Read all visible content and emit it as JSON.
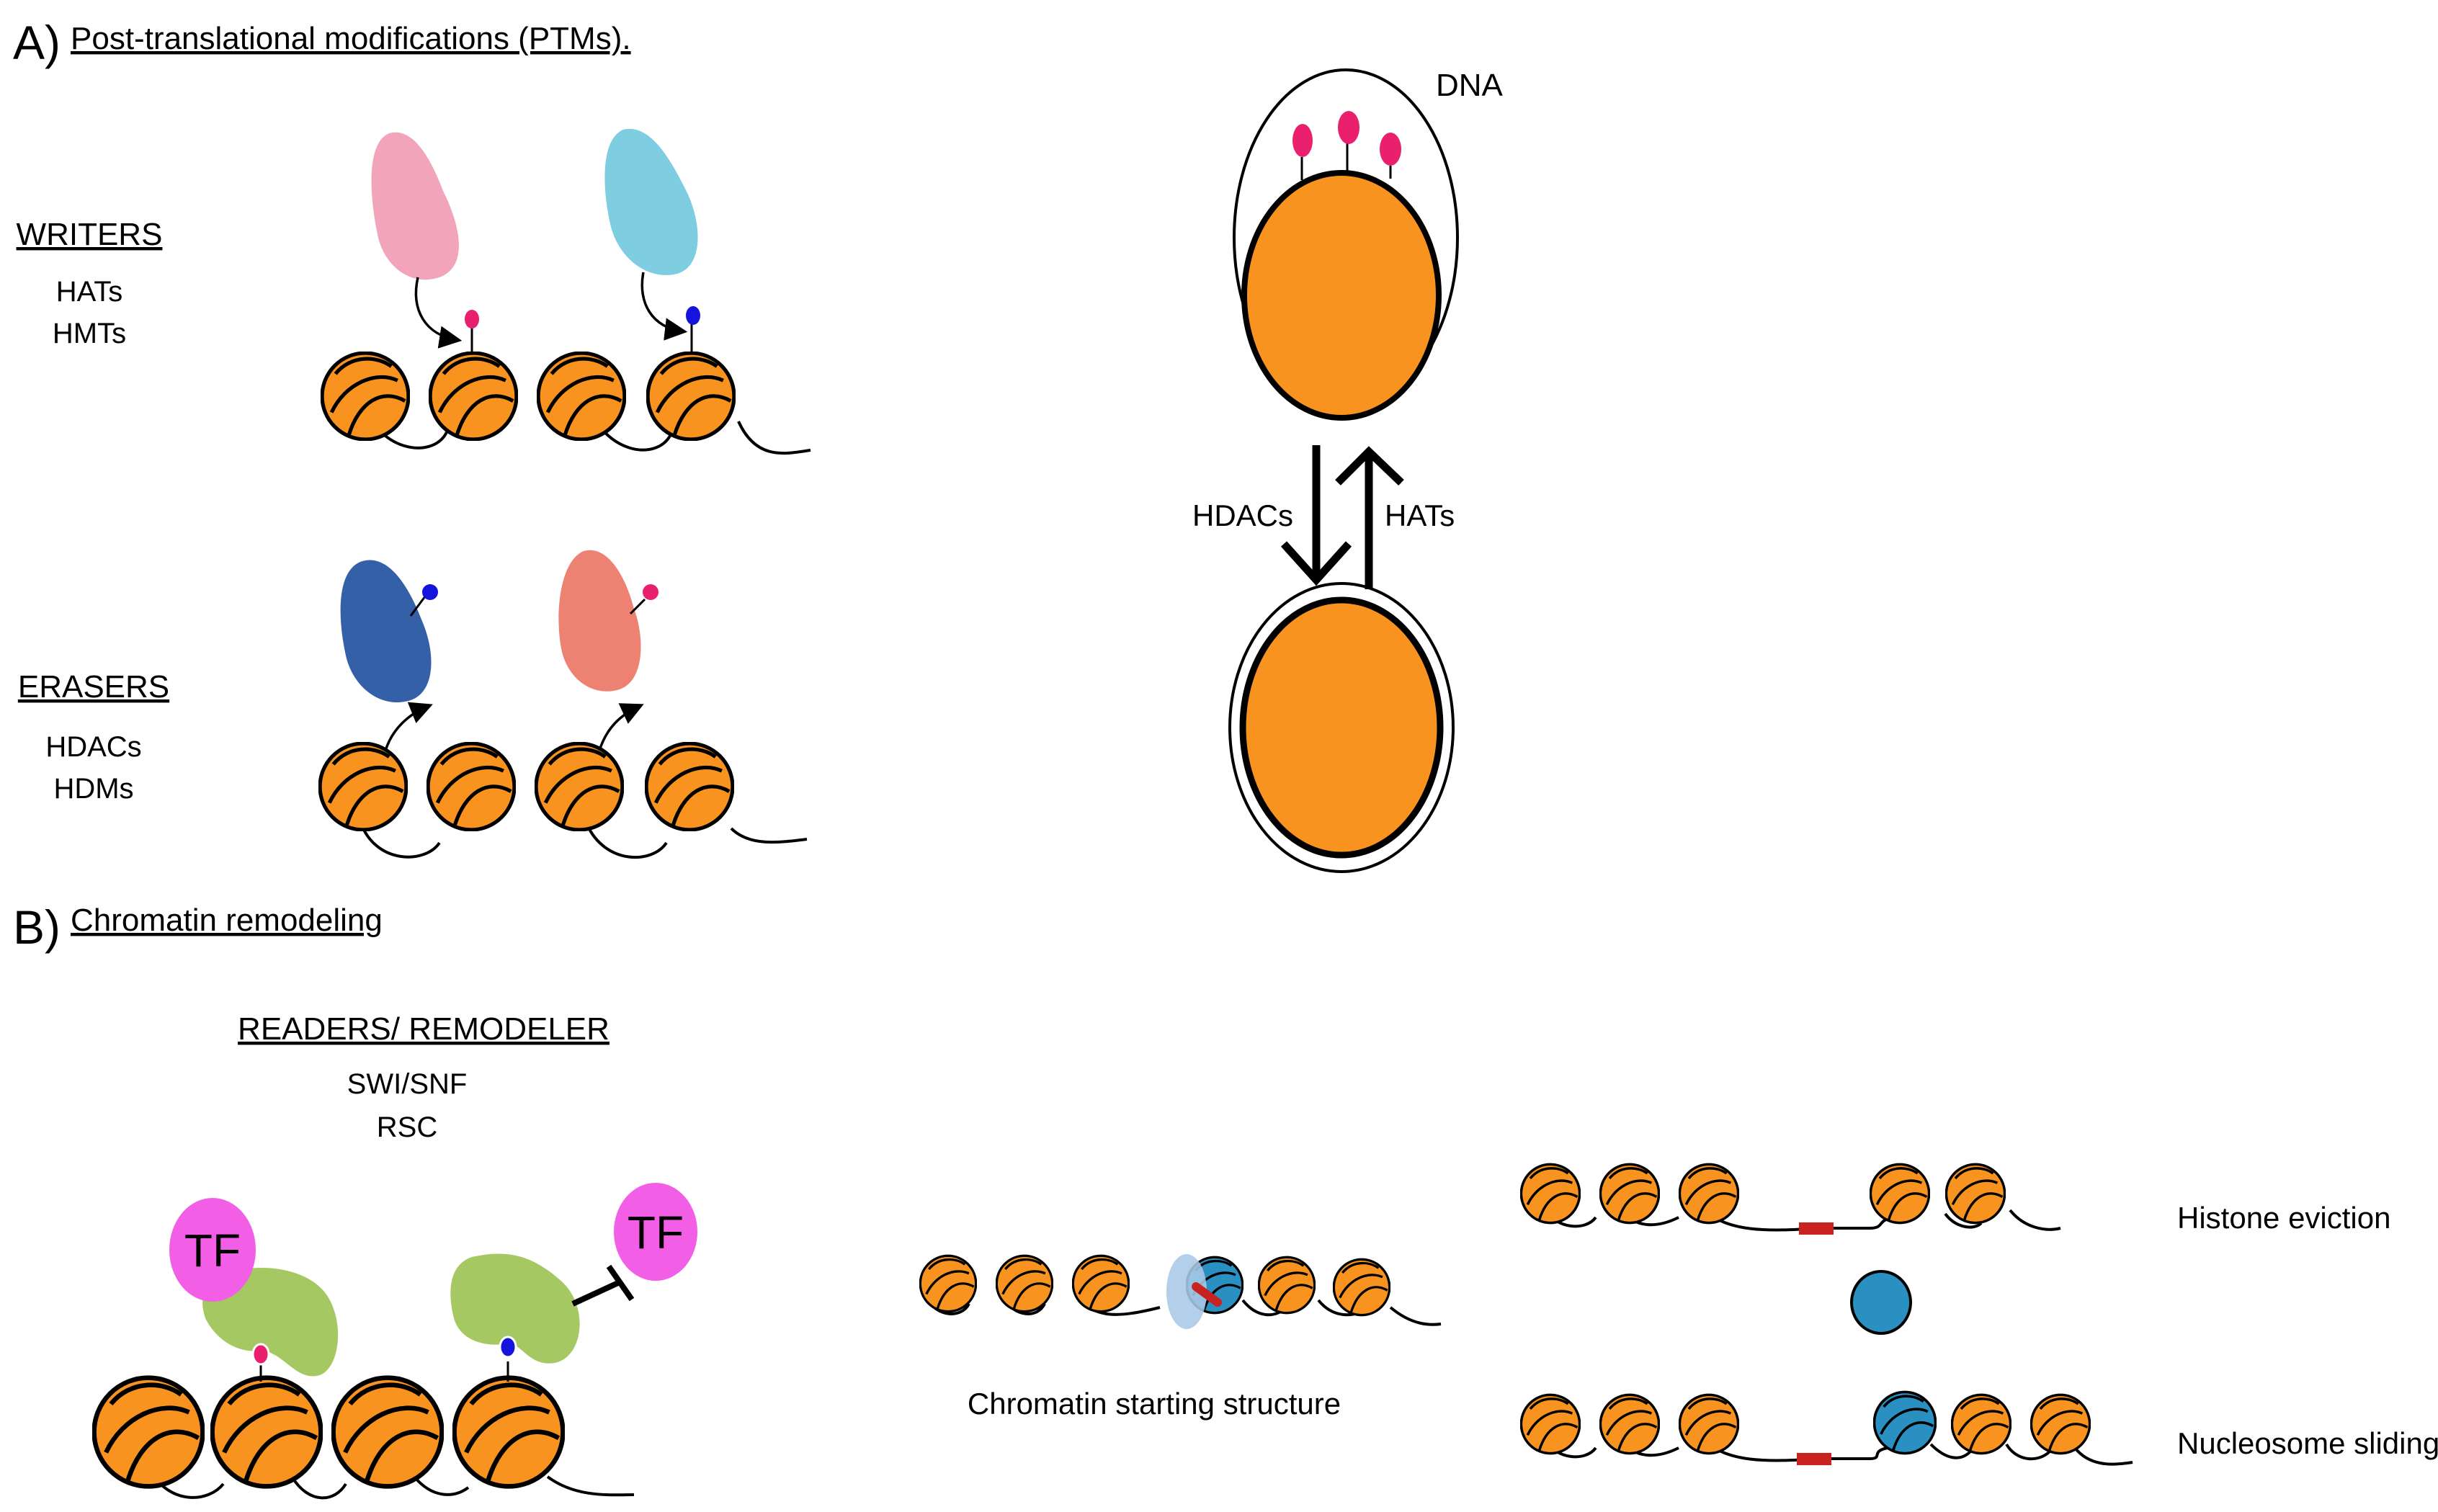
{
  "panel_a": {
    "letter": "A)",
    "title": "Post-translational modifications (PTMs).",
    "writers": {
      "heading": "WRITERS",
      "items": [
        "HATs",
        "HMTs"
      ]
    },
    "erasers": {
      "heading": "ERASERS",
      "items": [
        "HDACs",
        "HDMs"
      ]
    },
    "dna_label": "DNA",
    "arrow_down_label": "HDACs",
    "arrow_up_label": "HATs"
  },
  "panel_b": {
    "letter": "B)",
    "title": "Chromatin remodeling",
    "readers": {
      "heading": "READERS/ REMODELER",
      "items": [
        "SWI/SNF",
        "RSC"
      ]
    },
    "tf_label": "TF",
    "start_label": "Chromatin starting structure",
    "eviction_label": "Histone eviction",
    "sliding_label": "Nucleosome sliding"
  },
  "colors": {
    "nucleosome": "#f7931e",
    "pink_mark": "#e8206e",
    "blue_mark": "#1414dc",
    "writer_pink": "#f1a4ba",
    "writer_cyan": "#7ecde0",
    "eraser_navy": "#3460a8",
    "eraser_salmon": "#ee8272",
    "tf_magenta": "#f25fe6",
    "reader_green": "#a6c862",
    "histone_blue": "#2a90c2",
    "remodeler_lightblue": "#aac8e6",
    "dna_binding_red": "#c8231e"
  }
}
